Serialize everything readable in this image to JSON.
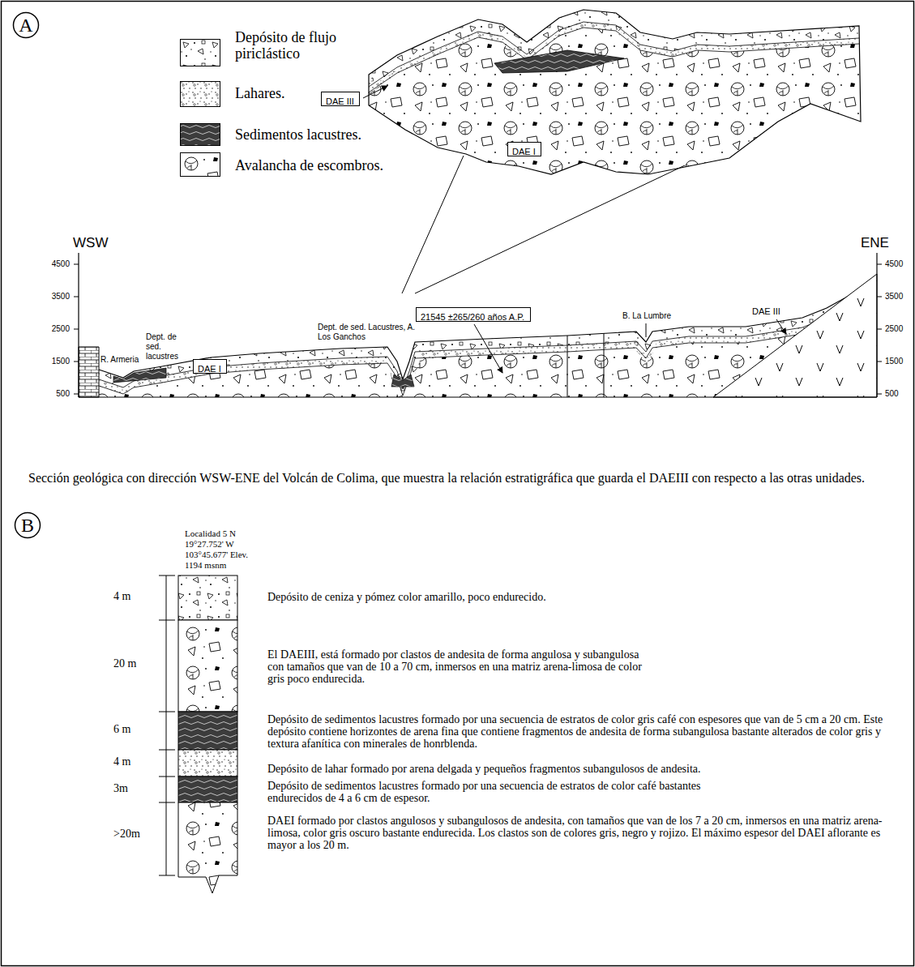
{
  "diagram": {
    "caption": "Sección geológica con dirección WSW-ENE del Volcán de Colima, que muestra la relación estratigráfica que guarda el DAEIII con respecto a las otras unidades.",
    "nodes": [
      {
        "text": [
          "A"
        ]
      },
      {
        "text": [
          "DAE III"
        ]
      },
      {
        "text": [
          "DAE I"
        ]
      },
      {
        "text": [
          "DAE I"
        ]
      },
      {
        "text": [
          "21545 ±265/260 años A.P."
        ]
      },
      {
        "text": [
          "B"
        ]
      }
    ],
    "labels": [
      "WSW",
      "ENE",
      "4500",
      "3500",
      "2500",
      "1500",
      "500",
      "4500",
      "3500",
      "2500",
      "1500",
      "500",
      "R. Armeria",
      "Dept. de sed. lacustres",
      "Dept. de sed. Lacustres, A. Los Ganchos",
      "B. La Lumbre",
      "DAE III",
      "Localidad 5 N 19°27.752' W 103°45.677' Elev. 1194 msnm",
      "4 m",
      "20 m",
      "6 m",
      "4 m",
      "3m",
      ">20m",
      "Depósito de ceniza y pómez color amarillo, poco endurecido.",
      "El DAEIII, está formado por clastos de andesita de forma angulosa y subangulosa con tamaños que van de 10 a 70 cm, inmersos en una matriz arena-limosa de color gris poco endurecida.",
      "Depósito de sedimentos lacustres formado por una secuencia de estratos de color gris café con espesores que van de 5 cm a 20 cm. Este depósito contiene horizontes de arena fina que contiene fragmentos de andesita de forma subangulosa bastante alterados de color gris y textura afanítica con minerales de honrblenda.",
      "Depósito de lahar formado por arena delgada y pequeños fragmentos subangulosos de andesita.",
      "Depósito de sedimentos lacustres formado por una secuencia de estratos de color café bastantes endurecidos de 4 a 6 cm de espesor.",
      "DAEI formado por clastos angulosos y subangulosos de andesita, con tamaños que van de los 7 a 20 cm, inmersos en una matriz arena-limosa, color gris oscuro bastante endurecida. Los clastos son de colores gris, negro y rojizo. El máximo espesor del DAEI aflorante es mayor a los 20 m."
    ],
    "legend": [
      {
        "text": "Depósito de flujo piriclástico"
      },
      {
        "text": "Lahares."
      },
      {
        "text": "Sedimentos lacustres."
      },
      {
        "text": "Avalancha de escombros."
      }
    ]
  }
}
